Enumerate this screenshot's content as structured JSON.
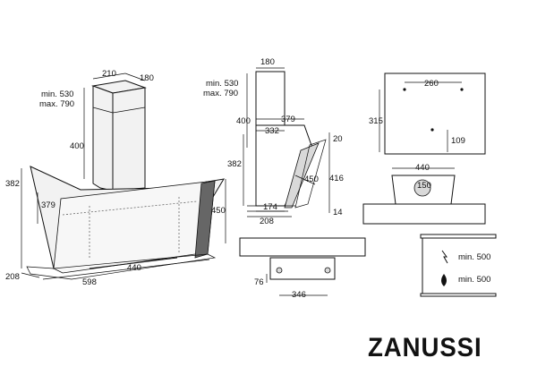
{
  "brand": "ZANUSSI",
  "front_view": {
    "chimney_width": "210",
    "chimney_depth": "180",
    "chimney_height_min": "min. 530",
    "chimney_height_max": "max. 790",
    "chimney_lower": "400",
    "hood_height": "382",
    "hood_mid": "379",
    "glass_height": "450",
    "inner_width": "440",
    "depth": "208",
    "total_width": "598"
  },
  "side_view": {
    "chimney_depth": "180",
    "chimney_height_min": "min. 530",
    "chimney_height_max": "max. 790",
    "chimney_lower": "400",
    "upper_width": "379",
    "mid_width": "332",
    "hood_height": "382",
    "panel_offset": "20",
    "panel_height": "416",
    "glass_length": "450",
    "lower_width": "174",
    "base_depth": "208",
    "base_thickness": "14"
  },
  "wall_mount": {
    "hole_spacing": "260",
    "height": "315",
    "lower_offset": "109"
  },
  "top_view": {
    "width": "440",
    "outlet_diameter": "150"
  },
  "bottom_view": {
    "offset": "76",
    "width": "346"
  },
  "clearance": {
    "electric": "min. 500",
    "gas": "min. 500"
  }
}
